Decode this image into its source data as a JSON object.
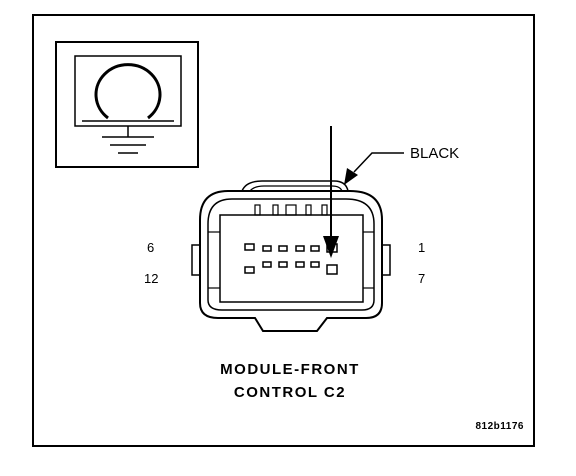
{
  "callout": {
    "color_label": "BLACK"
  },
  "pins": {
    "top_left": "6",
    "bottom_left": "12",
    "top_right": "1",
    "bottom_right": "7"
  },
  "caption": {
    "line1": "MODULE-FRONT",
    "line2": "CONTROL C2"
  },
  "figure_code": "812b1176",
  "icon": "ground-symbol-icon",
  "colors": {
    "ink": "#000000",
    "paper": "#ffffff"
  }
}
